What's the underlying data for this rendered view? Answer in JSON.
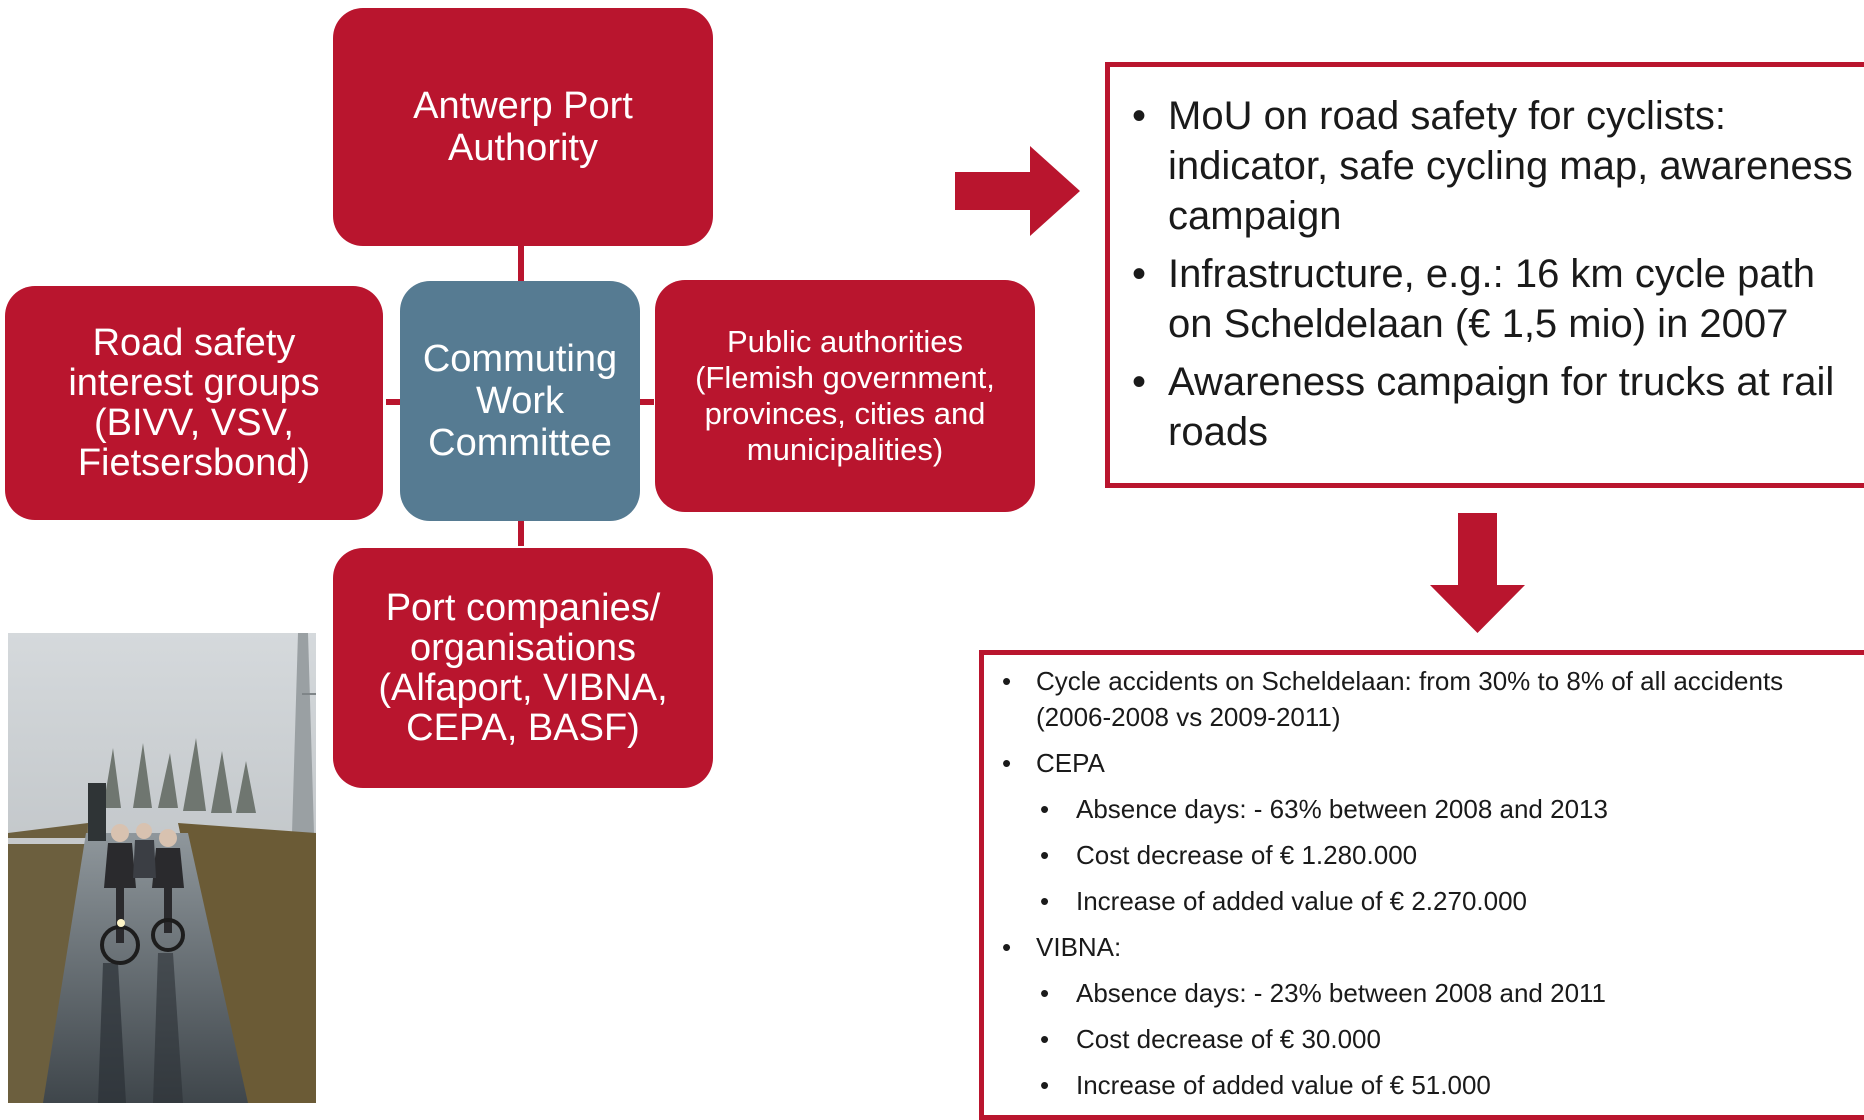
{
  "diagram": {
    "center": "Commuting Work Committee",
    "top": "Antwerp Port Authority",
    "left": "Road safety interest groups (BIVV, VSV, Fietsersbond)",
    "right": "Public authorities (Flemish government, provinces, cities and municipalities)",
    "bottom": "Port companies/ organisations (Alfaport, VIBNA, CEPA, BASF)"
  },
  "actions": [
    "MoU on road safety for cyclists: indicator, safe cycling map, awareness campaign",
    "Infrastructure, e.g.: 16 km cycle path on Scheldelaan (€ 1,5 mio) in 2007",
    "Awareness campaign for trucks at rail roads"
  ],
  "results": {
    "item1": "Cycle accidents on Scheldelaan: from 30% to 8% of all accidents (2006-2008 vs 2009-2011)",
    "cepa": "CEPA",
    "cepa_items": [
      "Absence days: - 63% between 2008 and 2013",
      "Cost decrease of € 1.280.000",
      "Increase of added value of € 2.270.000"
    ],
    "vibna": "VIBNA:",
    "vibna_items": [
      "Absence days: - 23% between 2008 and 2011",
      "Cost decrease of € 30.000",
      "Increase of added value of € 51.000"
    ]
  },
  "colors": {
    "accent": "#b9152e",
    "center_box": "#567b92"
  },
  "icons": {
    "right_arrow": "arrow-right-icon",
    "down_arrow": "arrow-down-icon"
  }
}
